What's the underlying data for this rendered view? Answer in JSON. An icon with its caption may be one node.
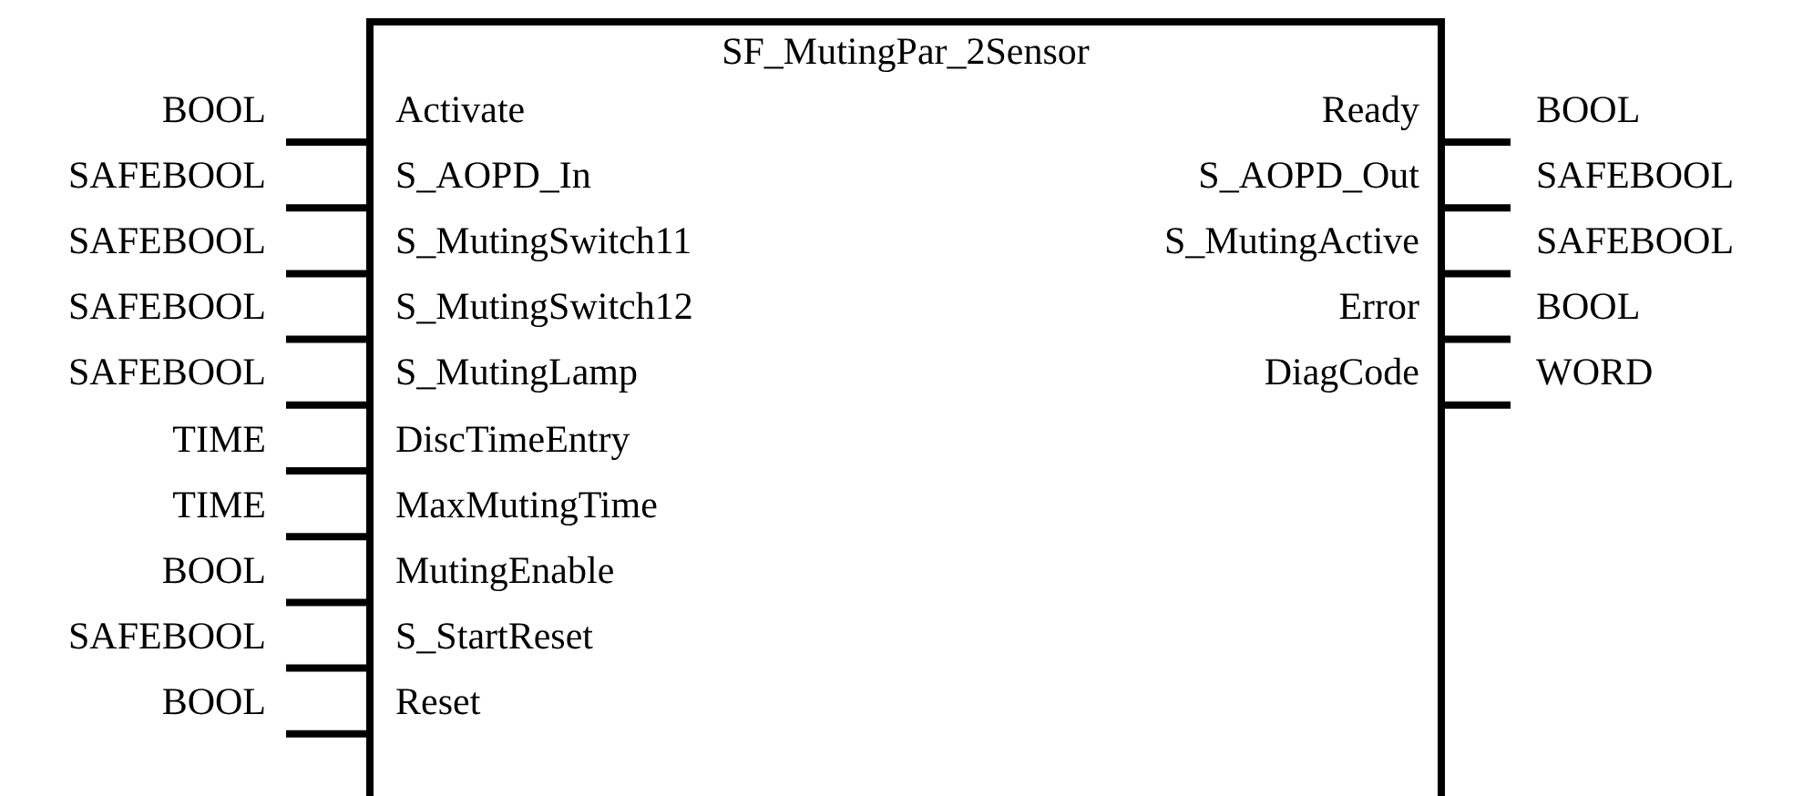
{
  "diagram": {
    "nodes": [
      {
        "text": [
          "SF_MutingPar_2Sensor",
          "Activate",
          "S_AOPD_In",
          "S_MutingSwitch11",
          "S_MutingSwitch12",
          "S_MutingLamp",
          "DiscTimeEntry",
          "MaxMutingTime",
          "MutingEnable",
          "S_StartReset",
          "Reset",
          "Ready",
          "S_AOPD_Out",
          "S_MutingActive",
          "Error",
          "DiagCode"
        ]
      }
    ],
    "labels": [
      "BOOL",
      "BOOL",
      "SAFEBOOL",
      "SAFEBOOL",
      "SAFEBOOL",
      "SAFEBOOL",
      "SAFEBOOL",
      "BOOL",
      "SAFEBOOL",
      "WORD",
      "TIME",
      "TIME",
      "BOOL",
      "SAFEBOOL",
      "BOOL"
    ]
  }
}
